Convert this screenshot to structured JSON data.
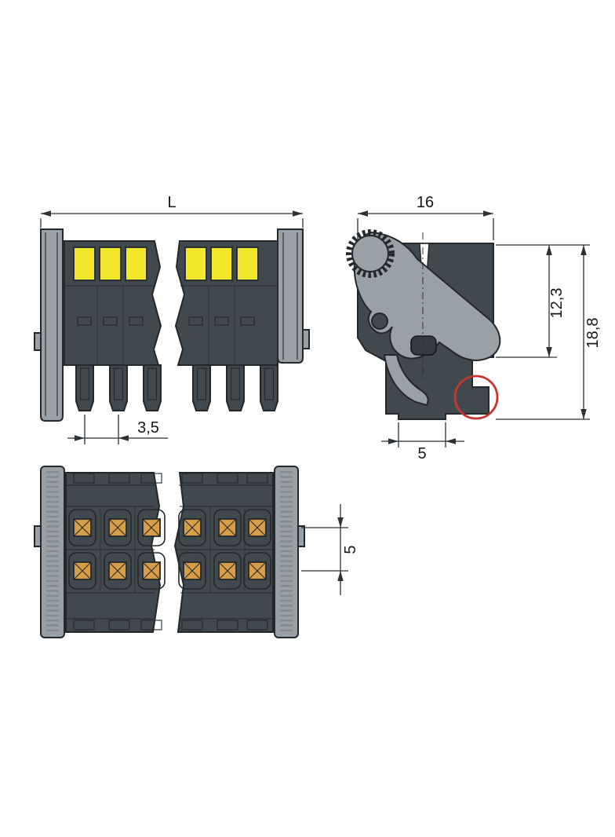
{
  "drawing": {
    "type": "connector-technical-drawing",
    "views": {
      "front": {
        "dim_length": "L",
        "dim_pitch": "3,5"
      },
      "side": {
        "dim_width": "16",
        "dim_height_inner": "12,3",
        "dim_height_total": "18,8",
        "dim_post_width": "5"
      },
      "bottom": {
        "dim_row_pitch": "5"
      }
    },
    "colors": {
      "body_dark": "#41484e",
      "plate_gray": "#9aa1a6",
      "button_yellow": "#f2e72b",
      "contact_orange": "#d89d49",
      "outline": "#23282c",
      "dimension_line": "#2b3035",
      "highlight_red": "#c5372c",
      "background": "#ffffff"
    }
  }
}
